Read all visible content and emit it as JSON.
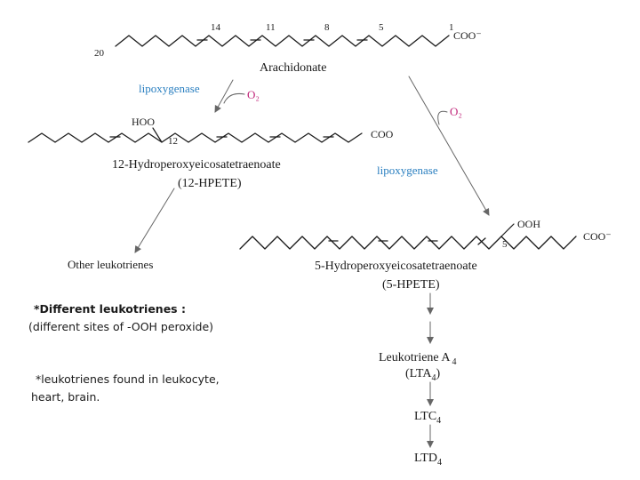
{
  "colors": {
    "enzyme": "#2a7fc0",
    "oxygen": "#c0267a",
    "ink": "#1a1a1a",
    "arrow": "#666666"
  },
  "arachidonate": {
    "carbon_14": "14",
    "carbon_11": "11",
    "carbon_8": "8",
    "carbon_5": "5",
    "carbon_1": "1",
    "carboxylate": "COO⁻",
    "carbon_20": "20",
    "name": "Arachidonate"
  },
  "left_branch": {
    "enzyme": "lipoxygenase",
    "oxygen": "O₂",
    "hydroperoxy": "HOO",
    "carbon_12": "12",
    "carboxyl": "COO",
    "product_name": "12-Hydroperoxyeicosatetraenoate",
    "product_abbrev": "(12-HPETE)",
    "downstream": "Other leukotrienes"
  },
  "right_branch": {
    "oxygen": "O₂",
    "enzyme": "lipoxygenase",
    "hydroperoxy": "OOH",
    "carbon_5": "5",
    "carboxylate": "COO⁻",
    "product_name": "5-Hydroperoxyeicosatetraenoate",
    "product_abbrev": "(5-HPETE)",
    "lta_name": "Leukotriene A",
    "lta_sub": "4",
    "lta_abbrev_open": "(LTA",
    "lta_abbrev_sub": "4",
    "lta_abbrev_close": ")",
    "ltc": "LTC",
    "ltc_sub": "4",
    "ltd": "LTD",
    "ltd_sub": "4"
  },
  "notes": {
    "line1": "*Different leukotrienes :",
    "line2": "(different sites of -OOH peroxide)",
    "line3": "*leukotrienes found in leukocyte,",
    "line4": "heart, brain."
  }
}
